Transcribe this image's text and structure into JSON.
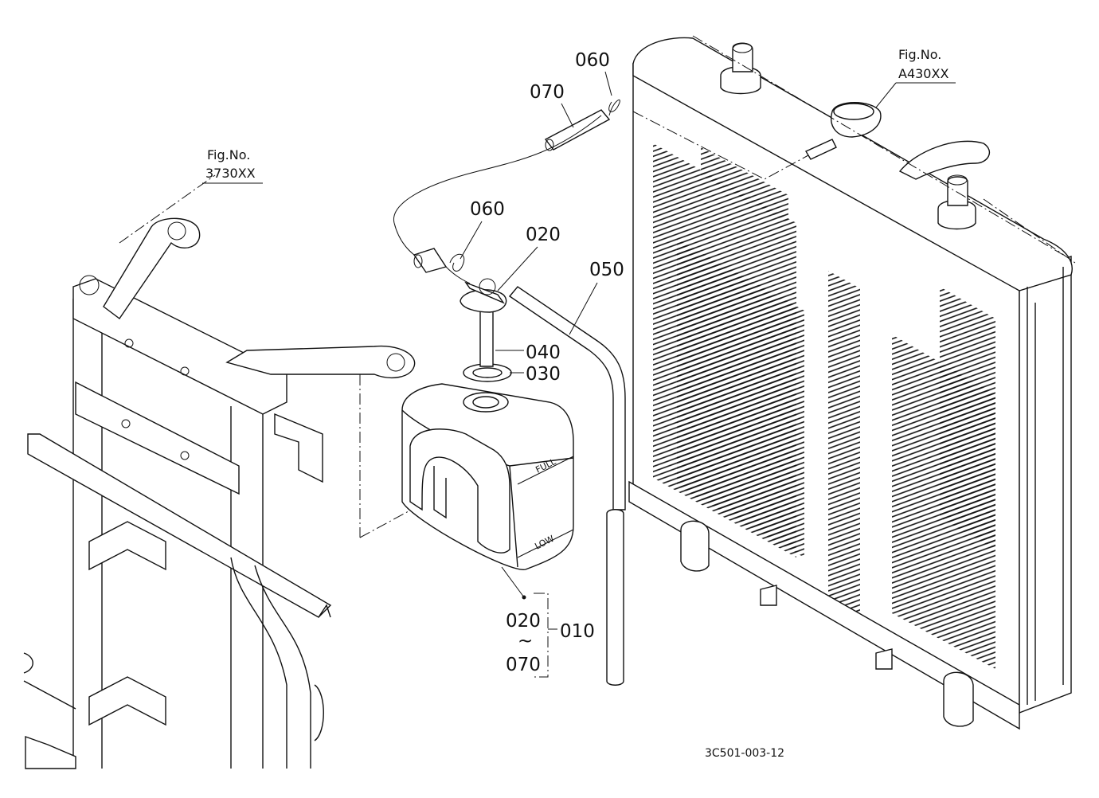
{
  "figure": {
    "drawing_number": "3C501-003-12"
  },
  "references": [
    {
      "id": "ref-frame",
      "line1": "Fig.No.",
      "line2": "3730XX"
    },
    {
      "id": "ref-radiator",
      "line1": "Fig.No.",
      "line2": "A430XX"
    }
  ],
  "callouts": {
    "c020": "020",
    "c030": "030",
    "c040": "040",
    "c050": "050",
    "c060a": "060",
    "c060b": "060",
    "c070": "070",
    "set_from": "020",
    "set_tilde": "~",
    "set_to": "070",
    "set_assembly": "010"
  },
  "tank_marks": {
    "full": "FULL",
    "low": "LOW"
  }
}
